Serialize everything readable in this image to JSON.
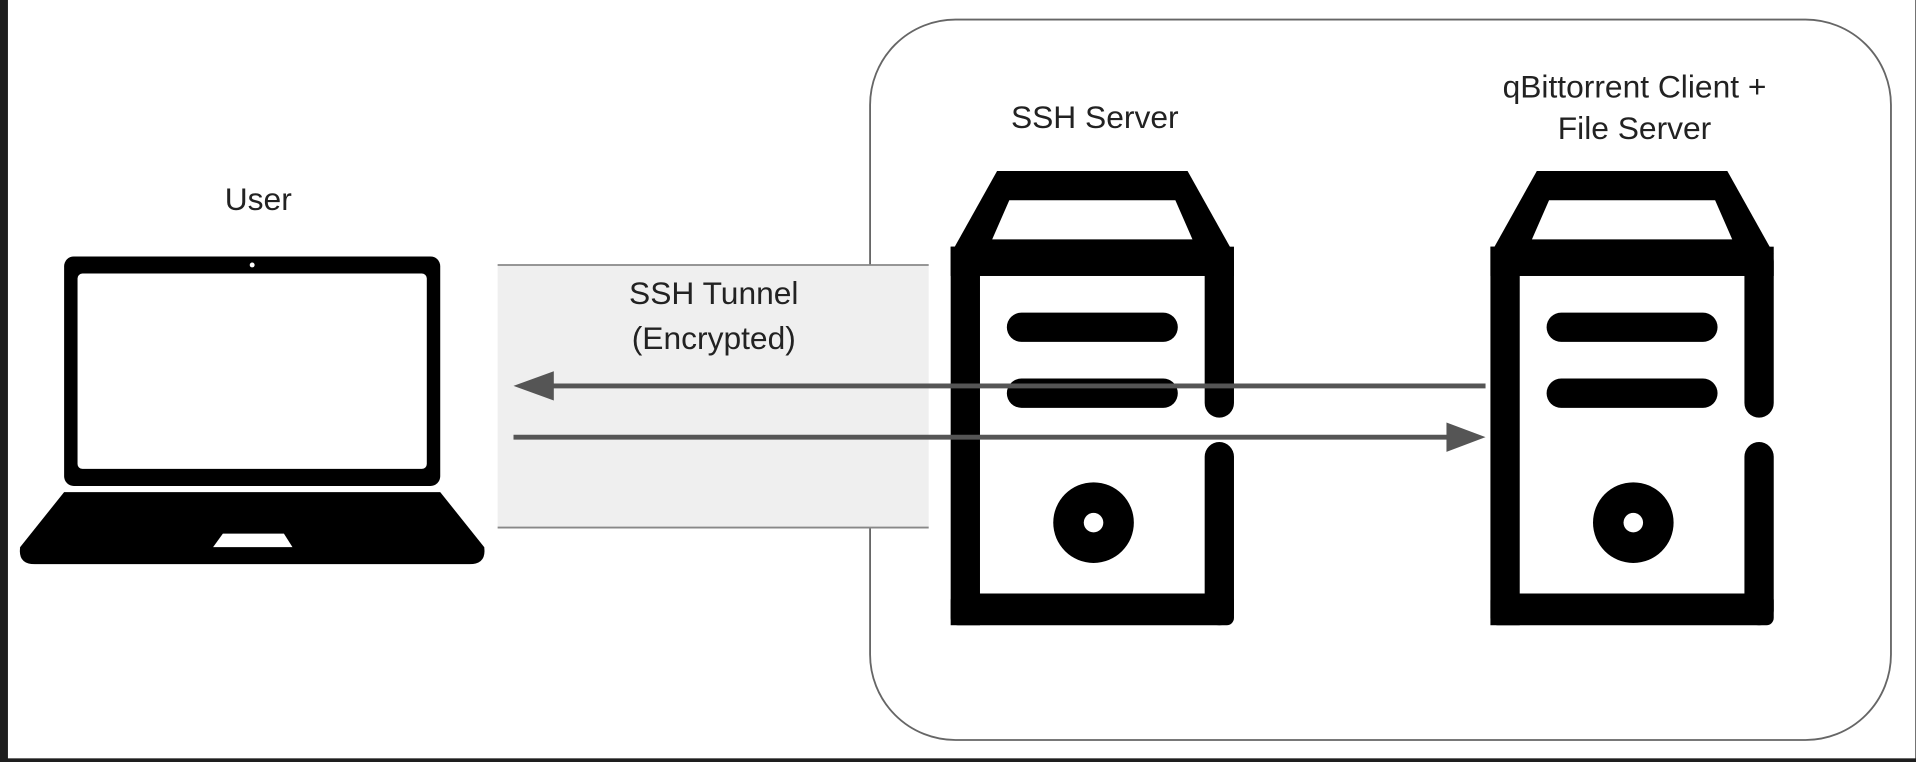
{
  "labels": {
    "user": "User",
    "tunnel_line1": "SSH Tunnel",
    "tunnel_line2": "(Encrypted)",
    "ssh_server": "SSH Server",
    "qbt_line1": "qBittorrent Client +",
    "qbt_line2": "File Server"
  },
  "icons": {
    "user_device": "laptop-icon",
    "ssh_server": "server-icon",
    "qbt_server": "server-icon"
  },
  "colors": {
    "background": "#ffffff",
    "frame": "#1e1e1e",
    "icon": "#000000",
    "arrow": "#555555",
    "tunnel_fill": "#efefef",
    "tunnel_border": "#888888",
    "group_border": "#666666"
  }
}
